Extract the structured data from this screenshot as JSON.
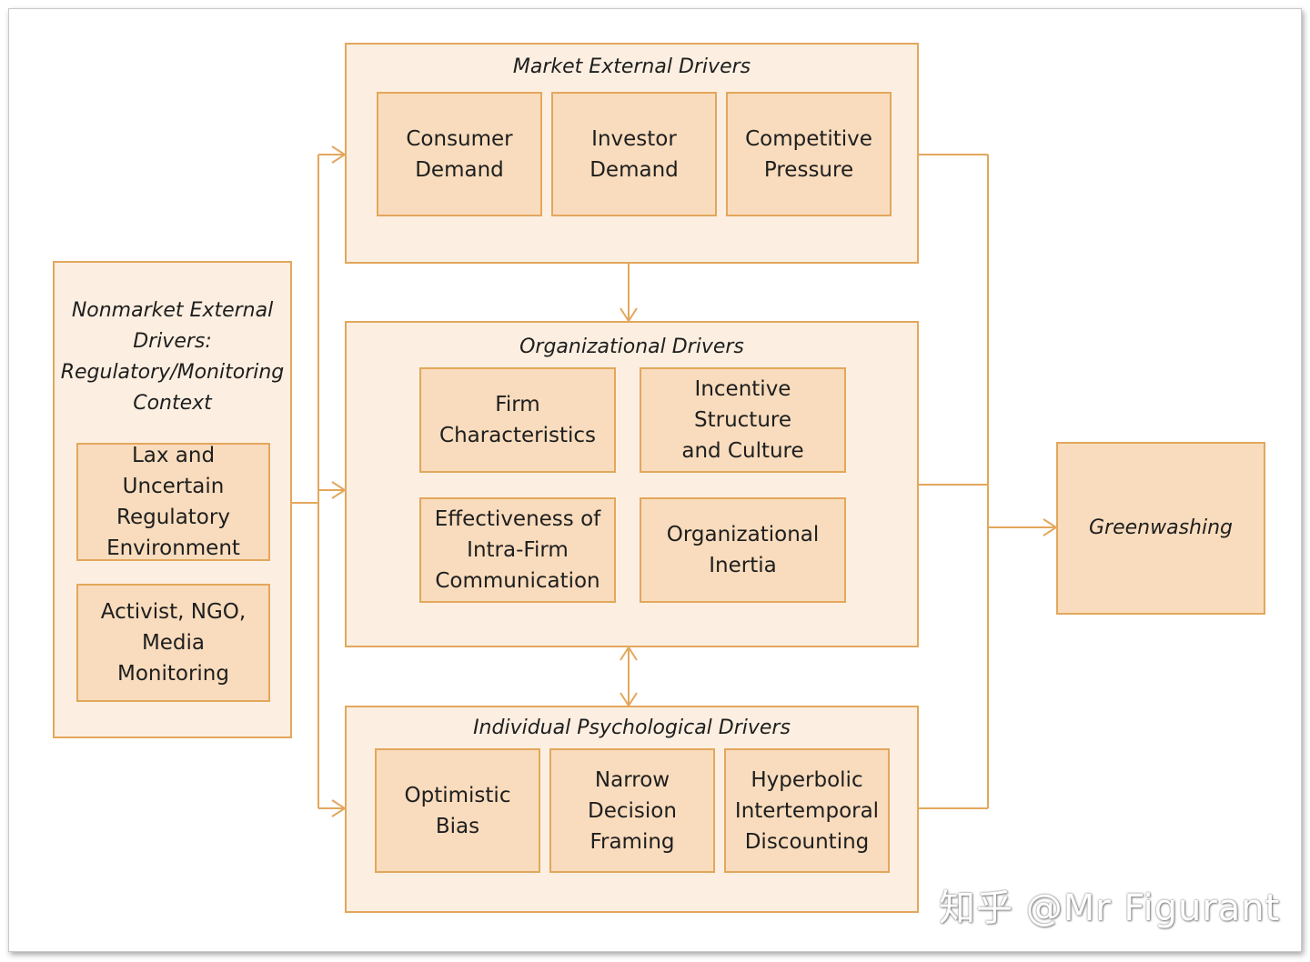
{
  "market": {
    "title": "Market External Drivers",
    "items": [
      "Consumer\nDemand",
      "Investor\nDemand",
      "Competitive\nPressure"
    ]
  },
  "organizational": {
    "title": "Organizational Drivers",
    "items": [
      "Firm\nCharacteristics",
      "Incentive Structure\nand Culture",
      "Effectiveness of\nIntra-Firm\nCommunication",
      "Organizational\nInertia"
    ]
  },
  "individual": {
    "title": "Individual Psychological Drivers",
    "items": [
      "Optimistic Bias",
      "Narrow\nDecision\nFraming",
      "Hyperbolic\nIntertemporal\nDiscounting"
    ]
  },
  "nonmarket": {
    "title": "Nonmarket External\nDrivers:\nRegulatory/Monitoring\nContext",
    "items": [
      "Lax and Uncertain\nRegulatory\nEnvironment",
      "Activist, NGO,\nMedia\nMonitoring"
    ]
  },
  "outcome": {
    "label": "Greenwashing"
  },
  "watermark": "知乎 @Mr Figurant",
  "colors": {
    "outer_fill": "#fcefe1",
    "inner_fill": "#f8dcbd",
    "stroke": "#e3a75c"
  }
}
